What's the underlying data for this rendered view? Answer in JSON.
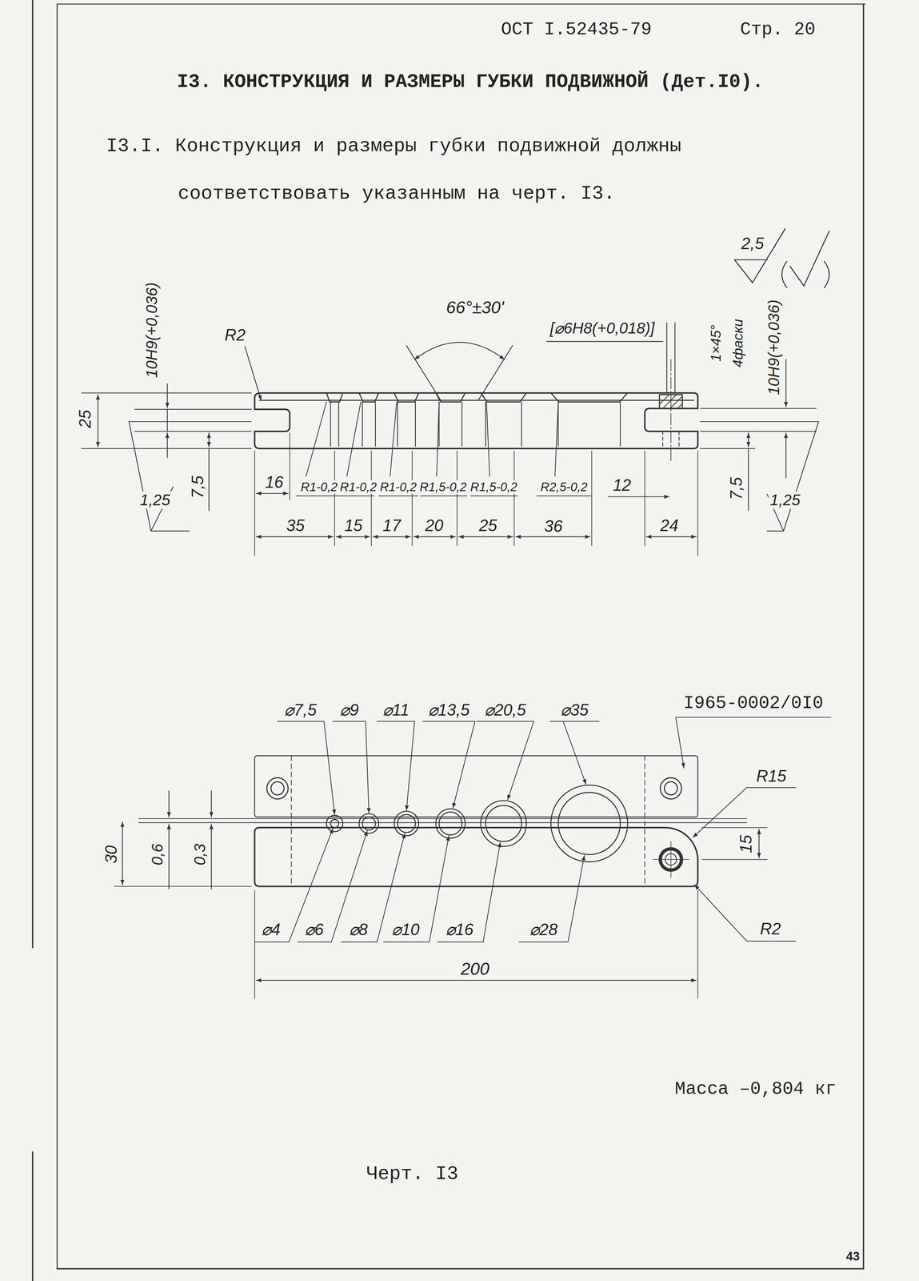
{
  "diagram": {
    "title": "I3. КОНСТРУКЦИЯ И РАЗМЕРЫ ГУБКИ ПОДВИЖНОЙ (Дет.I0).",
    "caption": "Черт. I3",
    "labels": [
      "ОСТ I.52435-79",
      "Стр. 20",
      "I3.I. Конструкция и размеры губки подвижной должны соответствовать указанным на черт. I3.",
      "10H9(+0,036)",
      "R2",
      "66°±30'",
      "[⌀6H8(+0,018)]",
      "1×45°",
      "4фаски",
      "10H9(+0,036)",
      "2,5",
      "25",
      "1,25",
      "7,5",
      "16",
      "R1-0,2",
      "R1-0,2",
      "R1-0,2",
      "R1,5-0,2",
      "R1,5-0,2",
      "R2,5-0,2",
      "12",
      "7,5",
      "1,25",
      "35",
      "15",
      "17",
      "20",
      "25",
      "36",
      "24",
      "⌀7,5",
      "⌀9",
      "⌀11",
      "⌀13,5",
      "⌀20,5",
      "⌀35",
      "I965-0002/0I0",
      "R15",
      "30",
      "0,6",
      "0,3",
      "15",
      "⌀4",
      "⌀6",
      "⌀8",
      "⌀10",
      "⌀16",
      "⌀28",
      "R2",
      "200",
      "Масса –0,804 кг",
      "43"
    ]
  }
}
